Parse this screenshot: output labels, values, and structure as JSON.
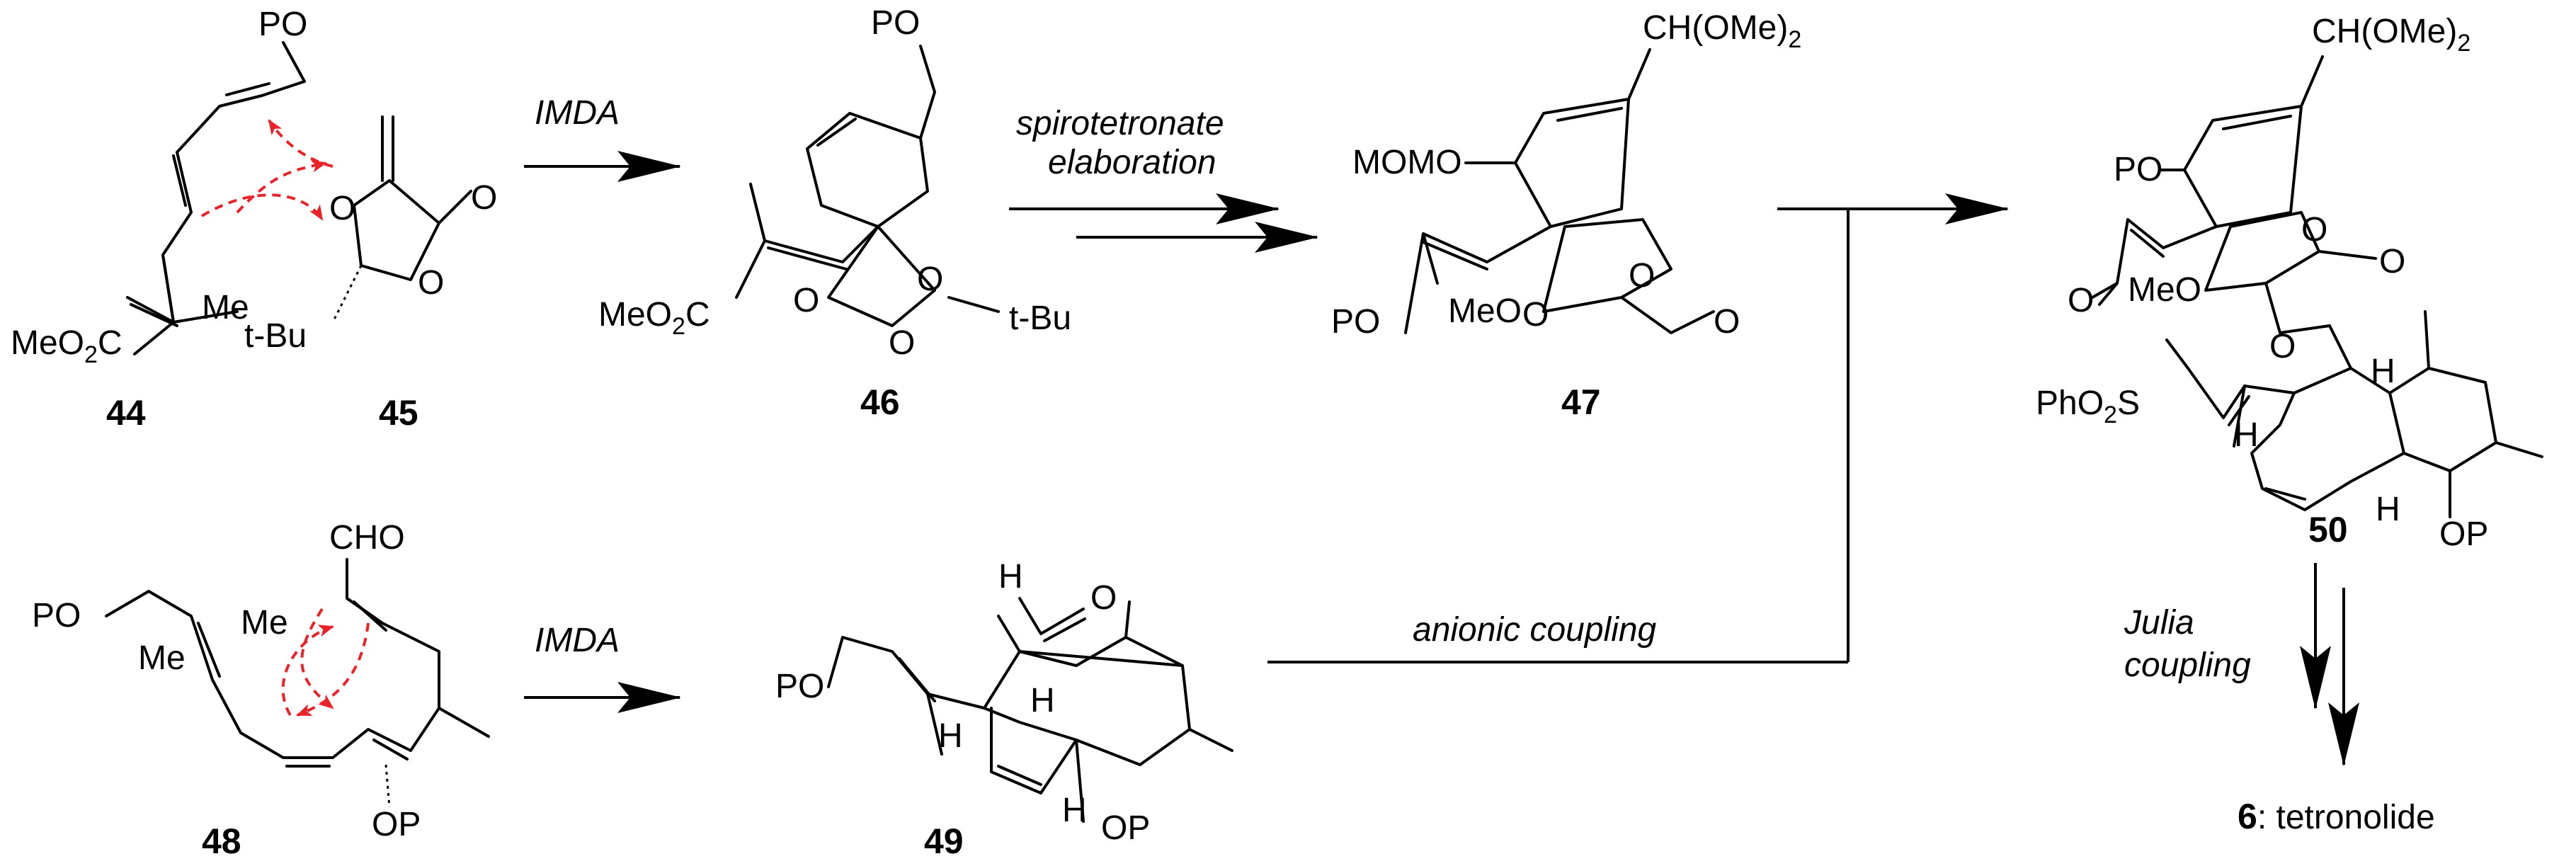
{
  "compounds": {
    "c44": {
      "number": "44",
      "labels": {
        "po": "PO",
        "meo2c": "MeO",
        "meo2c_sub": "2",
        "meo2c_c": "C",
        "me": "Me"
      }
    },
    "c45": {
      "number": "45",
      "labels": {
        "tbu": "t-Bu"
      }
    },
    "c46": {
      "number": "46",
      "labels": {
        "po": "PO",
        "meo2c": "MeO",
        "meo2c_sub": "2",
        "meo2c_c": "C",
        "tbu": "t-Bu"
      }
    },
    "c47": {
      "number": "47",
      "labels": {
        "ch": "CH(OMe)",
        "ch_sub": "2",
        "momo": "MOMO",
        "po": "PO",
        "meo": "MeO"
      }
    },
    "c48": {
      "number": "48",
      "labels": {
        "cho": "CHO",
        "po": "PO",
        "me1": "Me",
        "me2": "Me",
        "op": "OP"
      }
    },
    "c49": {
      "number": "49",
      "labels": {
        "h_ald": "H",
        "o_ald": "O",
        "po": "PO",
        "h1": "H",
        "h2": "H",
        "h3": "H",
        "op": "OP"
      }
    },
    "c50": {
      "number": "50",
      "labels": {
        "ch": "CH(OMe)",
        "ch_sub": "2",
        "po": "PO",
        "meo": "MeO",
        "ph": "PhO",
        "ph_sub": "2",
        "ph_s": "S",
        "h1": "H",
        "h2": "H",
        "h3": "H",
        "op": "OP"
      }
    }
  },
  "arrows": {
    "a1": "IMDA",
    "a2_line1": "spirotetronate",
    "a2_line2": "elaboration",
    "a3": "IMDA",
    "a4": "anionic coupling",
    "a5_line1": "Julia",
    "a5_line2": "coupling"
  },
  "product": {
    "number": "6",
    "name": ": tetronolide"
  }
}
